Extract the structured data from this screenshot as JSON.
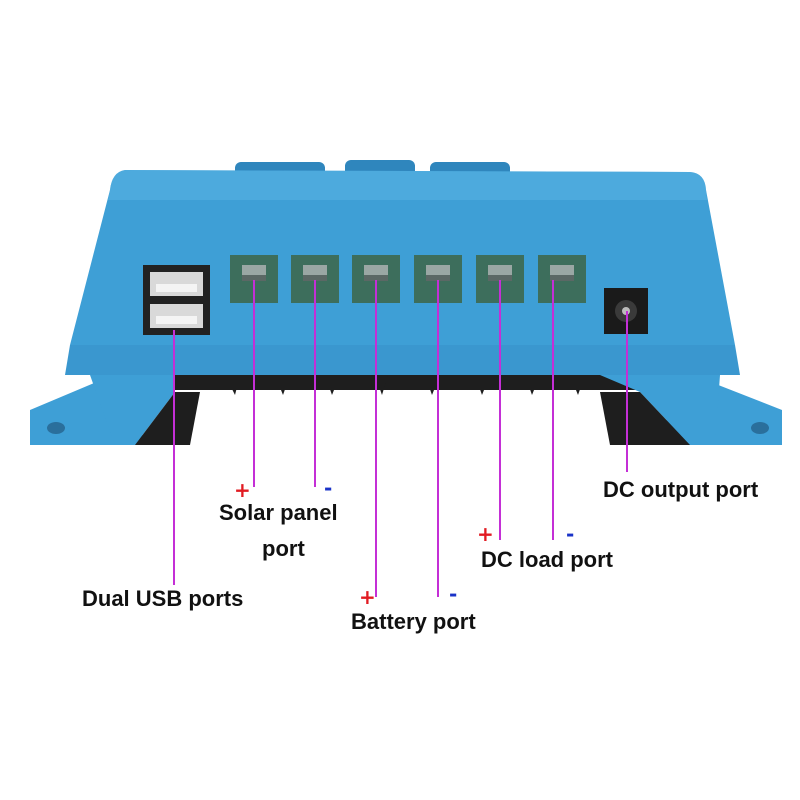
{
  "colors": {
    "body_blue": "#3e9fd6",
    "body_dark": "#2f86bd",
    "body_light": "#5ab2e3",
    "terminal_green": "#3d6e5c",
    "heatsink": "#1e1e1e",
    "leader_line": "#c42fd6",
    "plus": "#e11b22",
    "minus": "#1a33c8"
  },
  "labels": {
    "usb": "Dual USB ports",
    "solar_line1": "Solar panel",
    "solar_line2": "port",
    "battery": "Battery port",
    "dc_load": "DC load port",
    "dc_output": "DC output port"
  },
  "polarity": {
    "plus": "+",
    "minus": "-"
  },
  "icons": [
    "usb-port-icon",
    "screw-terminal-icon",
    "dc-jack-icon"
  ]
}
